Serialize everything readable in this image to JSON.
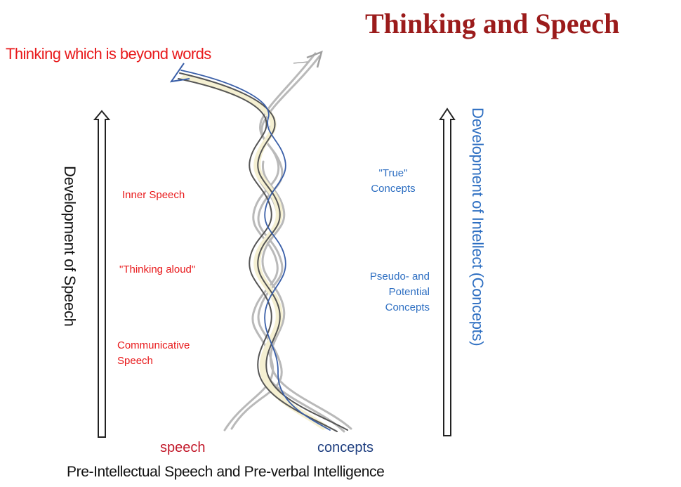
{
  "title": "Thinking and Speech",
  "top_label": "Thinking which is beyond words",
  "left_axis_label": "Development of Speech",
  "right_axis_label": "Development of Intellect (Concepts)",
  "speech_stages": {
    "inner": "Inner Speech",
    "aloud": "\"Thinking aloud\"",
    "communicative_line1": "Communicative",
    "communicative_line2": "Speech"
  },
  "concept_stages": {
    "true_line1": "\"True\"",
    "true_line2": "Concepts",
    "pseudo_line1": "Pseudo- and",
    "pseudo_line2": "Potential",
    "pseudo_line3": "Concepts"
  },
  "bottom_labels": {
    "speech": "speech",
    "concepts": "concepts"
  },
  "caption": "Pre-Intellectual Speech and Pre-verbal Intelligence",
  "colors": {
    "title": "#9b1b1b",
    "speech_red": "#e8191b",
    "concept_blue": "#2e6fc2",
    "strand_gray": "#9a9a9a",
    "strand_blue": "#3a5fa8",
    "strand_fill": "#f3efcf"
  }
}
